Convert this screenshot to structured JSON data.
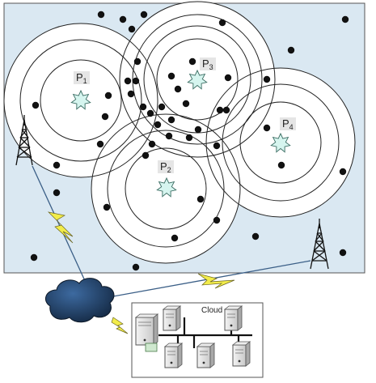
{
  "pois": [
    {
      "id": "p1",
      "letter": "P",
      "sub": "1"
    },
    {
      "id": "p2",
      "letter": "P",
      "sub": "2"
    },
    {
      "id": "p3",
      "letter": "P",
      "sub": "3"
    },
    {
      "id": "p4",
      "letter": "P",
      "sub": "4"
    }
  ],
  "cloud": {
    "label": "Cloud"
  },
  "colors": {
    "field": "#dae8f2",
    "ring_fill": "#ffffff",
    "ring_stroke": "#222222",
    "poi_star": "#d6f5ef",
    "node": "#111111",
    "lightning": "#f2ec4a",
    "cloud_blob": "#1f3a5c"
  },
  "icons": [
    "cell-tower-icon",
    "storm-cloud-icon",
    "server-icon",
    "lightning-icon",
    "star-icon"
  ]
}
